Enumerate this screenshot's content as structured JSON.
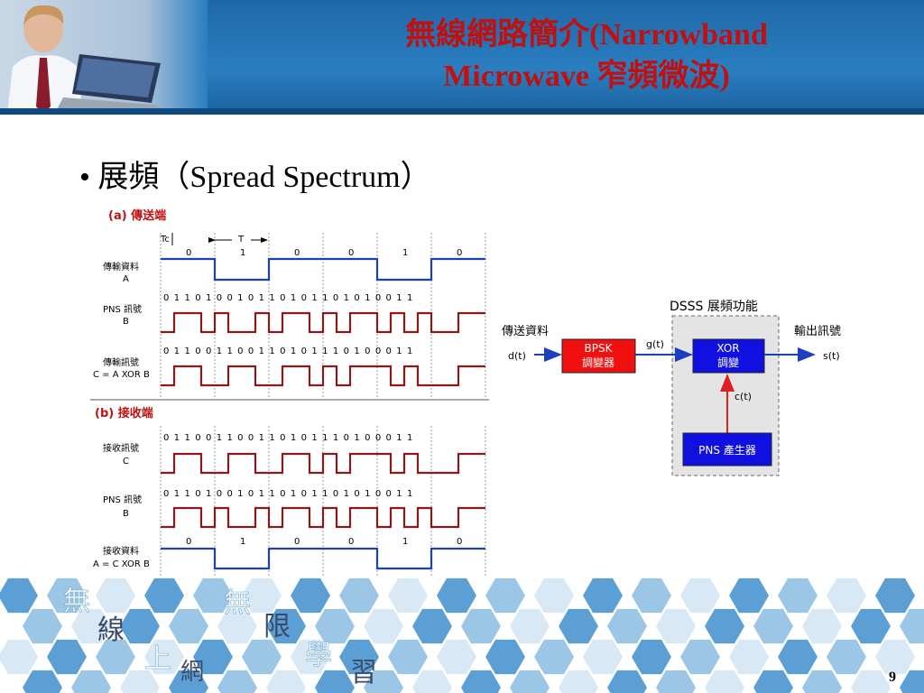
{
  "header": {
    "title_line1": "無線網路簡介(Narrowband",
    "title_line2": "Microwave 窄頻微波)"
  },
  "bullet": {
    "marker": "•",
    "text": "展頻（Spread Spectrum）"
  },
  "transmitter": {
    "heading": "(a) 傳送端",
    "tc_label": "Tc",
    "t_label": "T",
    "data_label": [
      "傳輸資料",
      "A"
    ],
    "data_bits": [
      "0",
      "1",
      "0",
      "0",
      "1",
      "0"
    ],
    "pns_label": [
      "PNS 訊號",
      "B"
    ],
    "pns_chips": "0 1 1 0 1 0 0 1 0 1 1 0 1 0 1 1 0 1 0 1 0 0 1 1",
    "out_label": [
      "傳輸訊號",
      "C = A XOR B"
    ],
    "out_chips": "0 1 1 0 0 1 1 0 0 1 1 0 1 0 1 1 1 0 1 0 0 0 1 1"
  },
  "receiver": {
    "heading": "(b) 接收端",
    "in_label": [
      "接收訊號",
      "C"
    ],
    "in_chips": "0 1 1 0 0 1 1 0 0 1 1 0 1 0 1 1 1 0 1 0 0 0 1 1",
    "pns_label": [
      "PNS 訊號",
      "B"
    ],
    "pns_chips": "0 1 1 0 1 0 0 1 0 1 1 0 1 0 1 1 0 1 0 1 0 0 1 1",
    "data_label": [
      "接收資料",
      "A = C XOR B"
    ],
    "data_bits": [
      "0",
      "1",
      "0",
      "0",
      "1",
      "0"
    ]
  },
  "dsss": {
    "title": "DSSS 展頻功能",
    "input_label": "傳送資料",
    "input_signal": "d(t)",
    "bpsk_block": [
      "BPSK",
      "調變器"
    ],
    "g_signal": "g(t)",
    "xor_block": [
      "XOR",
      "調變"
    ],
    "output_label": "輸出訊號",
    "output_signal": "s(t)",
    "c_signal": "c(t)",
    "pns_block": "PNS 產生器"
  },
  "footer": {
    "decor_chars": [
      "無",
      "線",
      "上",
      "網",
      "無",
      "限",
      "學",
      "習"
    ],
    "page_number": "9"
  },
  "colors": {
    "data_signal": "#1c3fc0",
    "chip_signal": "#8a1a1a",
    "block_red": "#f01010",
    "block_blue": "#1010e0",
    "hex_light": "#9cc6e6"
  }
}
